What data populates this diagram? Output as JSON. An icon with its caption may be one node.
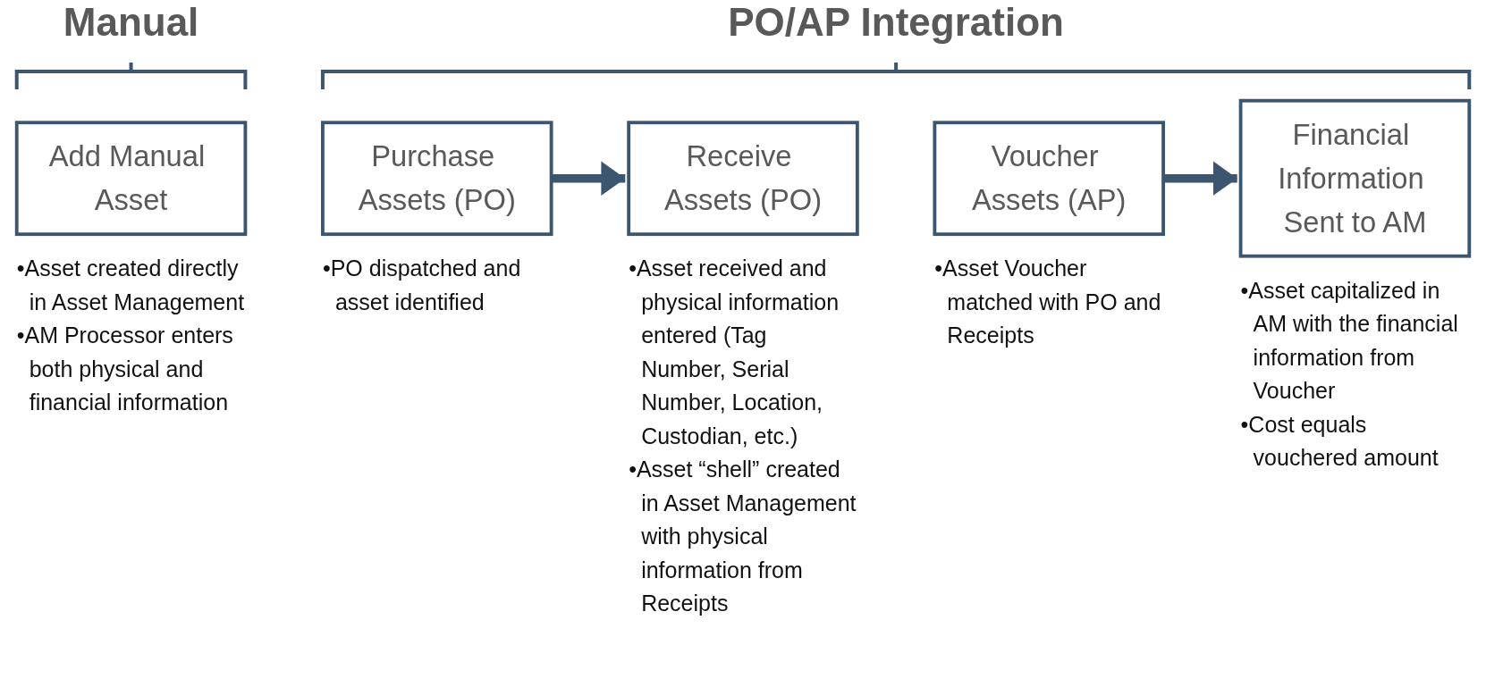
{
  "diagram": {
    "nodes": [
      {
        "text": [
          "Add Manual Asset"
        ],
        "beside": [
          "•Asset created directly in Asset Management",
          "•AM Processor enters both physical and financial information"
        ]
      },
      {
        "text": [
          "Purchase Assets (PO)"
        ],
        "beside": [
          "•PO dispatched and asset identified"
        ]
      },
      {
        "text": [
          "Receive Assets (PO)"
        ],
        "beside": [
          "•Asset received and physical information entered (Tag Number, Serial Number, Location, Custodian, etc.)",
          "•Asset “shell” created in Asset Management with physical information from Receipts"
        ]
      },
      {
        "text": [
          "Voucher Assets (AP)"
        ],
        "beside": [
          "•Asset Voucher matched with PO and Receipts"
        ]
      },
      {
        "text": [
          "Financial Information Sent to AM"
        ],
        "beside": [
          "•Asset capitalized in AM with the financial information from Voucher",
          "•Cost equals vouchered amount"
        ]
      }
    ],
    "edges": [
      {
        "from": 1,
        "to": 2,
        "arrow": "to"
      },
      {
        "from": 3,
        "to": 4,
        "arrow": "to"
      }
    ],
    "labels": [
      "Manual",
      "PO/AP Integration"
    ]
  }
}
